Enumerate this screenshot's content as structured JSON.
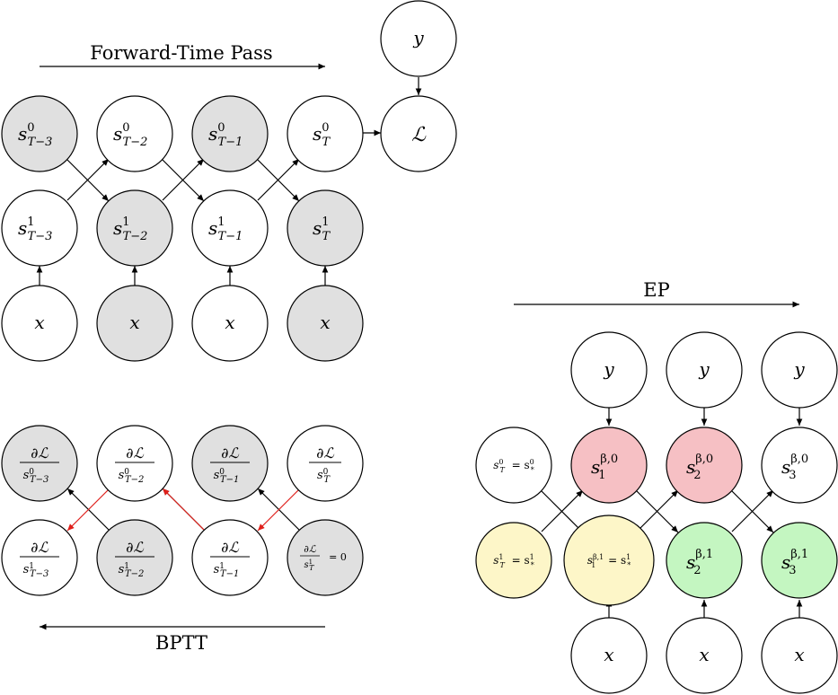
{
  "titles": {
    "forward": "Forward-Time Pass",
    "bptt": "BPTT",
    "ep": "EP"
  },
  "colors": {
    "white": "#ffffff",
    "gray": "#e0e0e0",
    "red": "#f6c0c4",
    "yellow": "#fdf6c8",
    "green": "#c4f6c1",
    "stroke": "#000000",
    "red_arrow": "#e0201b"
  },
  "forward": {
    "y": "y",
    "loss": "ℒ",
    "x_label": "x",
    "row0": [
      "T−3",
      "T−2",
      "T−1",
      "T"
    ],
    "row1": [
      "T−3",
      "T−2",
      "T−1",
      "T"
    ],
    "row0_sup": "0",
    "row1_sup": "1",
    "s": "s"
  },
  "bptt": {
    "num": "∂ℒ",
    "row0": [
      "T−3",
      "T−2",
      "T−1",
      "T"
    ],
    "row1": [
      "T−3",
      "T−2",
      "T−1",
      "T"
    ],
    "eq_zero": "= 0"
  },
  "ep": {
    "y_label": "y",
    "x_label": "x",
    "row0_first": "s⁰_T = s⁰_*",
    "row0": [
      "1",
      "2",
      "3"
    ],
    "row0_sup": "β,0",
    "row1_first": "s¹_T = s¹_*",
    "row1_second": "s^{β,1}_1 = s¹_*",
    "row1": [
      "2",
      "3"
    ],
    "row1_sup": "β,1"
  }
}
